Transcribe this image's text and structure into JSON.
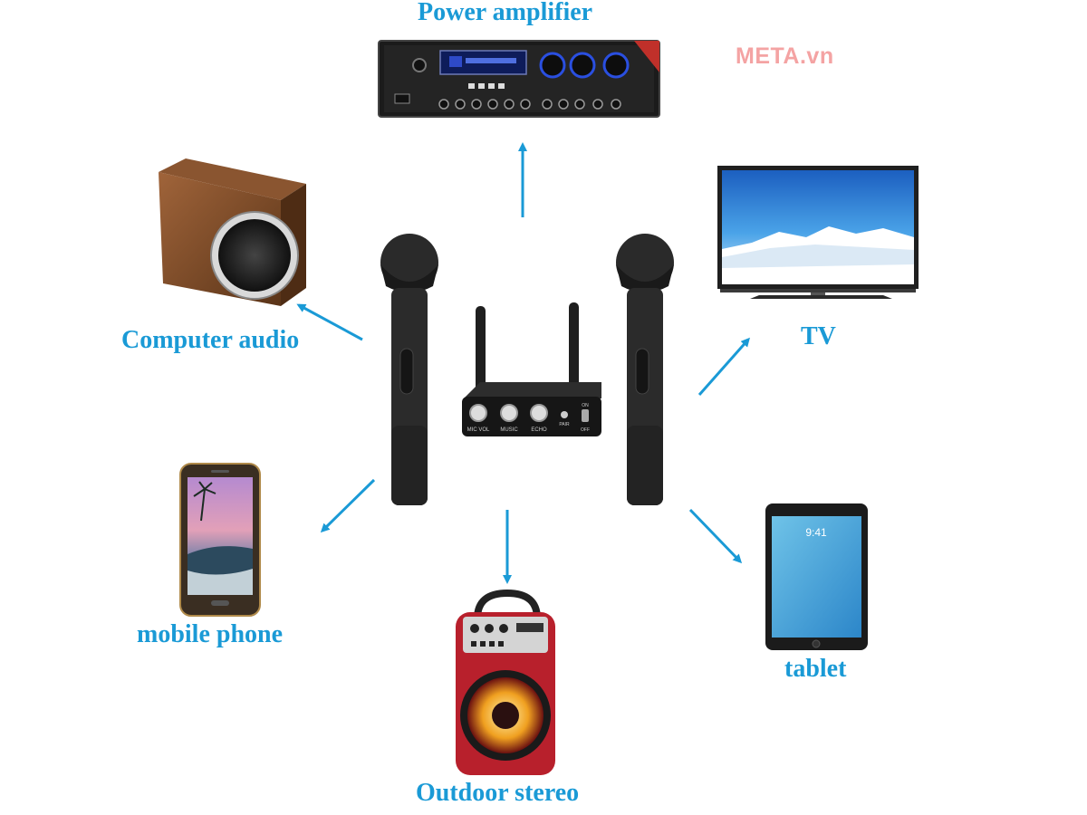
{
  "title": "Power amplifier",
  "watermark": "META.vn",
  "devices": {
    "power_amplifier": "Power amplifier",
    "computer_audio": "Computer audio",
    "tv": "TV",
    "mobile_phone": "mobile phone",
    "tablet": "tablet",
    "outdoor_stereo": "Outdoor stereo"
  },
  "receiver": {
    "knob_labels": [
      "MIC VOL",
      "MUSIC",
      "ECHO"
    ],
    "pair_label": "PAIR",
    "switch_on": "ON",
    "switch_off": "OFF"
  },
  "tablet_clock": "9:41",
  "colors": {
    "label": "#1a9ad6",
    "arrow": "#1a9ad6",
    "watermark": "#f4a3a3"
  }
}
